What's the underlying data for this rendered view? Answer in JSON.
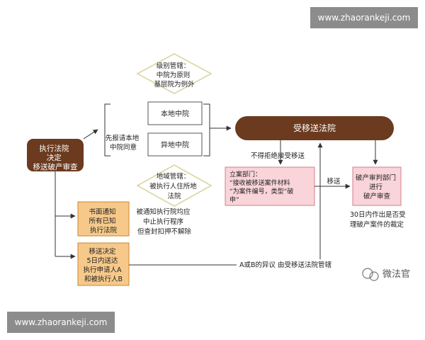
{
  "watermark": {
    "top": "www.zhaorankeji.com",
    "bottom": "www.zhaorankeji.com"
  },
  "nodes": {
    "start": [
      "执行法院",
      "决定",
      "移送破产审查"
    ],
    "level_note": [
      "级别管辖：",
      "中院为原则",
      "基层院为例外"
    ],
    "local_court": "本地中院",
    "other_court": "异地中院",
    "pre_report": [
      "先报请本地",
      "中院同意"
    ],
    "territory_note": [
      "地域管辖：",
      "被执行人住所地",
      "法院"
    ],
    "receiving_court": "受移送法院",
    "no_refuse": "不得拒绝接受移送",
    "filing": [
      "立案部门：",
      "“接收被移送案件材料",
      "“为案件编号，类型“破",
      "申”"
    ],
    "transfer_label": "移送",
    "bankruptcy_dept": [
      "破产审判部门",
      "进行",
      "破产审查"
    ],
    "days30": [
      "30日内作出是否受",
      "理破产案件的裁定"
    ],
    "written_notice": [
      "书面通知",
      "所有已知",
      "执行法院"
    ],
    "notified_court": [
      "被通知执行院均应",
      "中止执行程序",
      "但查封扣押不解除"
    ],
    "transfer_decision": [
      "移送决定",
      "5日内送达",
      "执行申请人A",
      "和被执行人B"
    ],
    "objection": "A或B的异议 由受移送法院管辖"
  },
  "logo": {
    "text": "微法官"
  },
  "colors": {
    "brown": "#6b3a1f",
    "orange_fill": "#f6c98a",
    "orange_stroke": "#c9862b",
    "pink_fill": "#f9d4d9",
    "pink_stroke": "#d47e8b",
    "diamond_stroke": "#d8d29a",
    "arrow": "#333333"
  }
}
